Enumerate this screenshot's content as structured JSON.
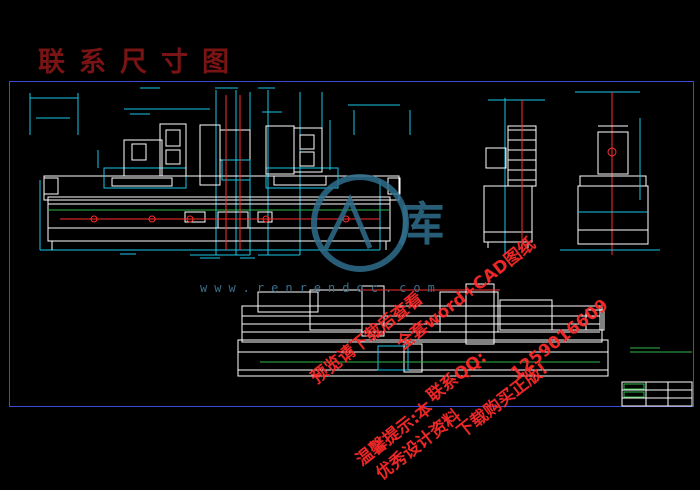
{
  "title": "联系尺寸图",
  "colors": {
    "background": "#000000",
    "title": "#7a1414",
    "frame": "#3a4bd6",
    "linework": "#ffffff",
    "cyan": "#19c6e6",
    "red": "#ff2b2b",
    "green": "#2fb84a",
    "yellow": "#e8e000"
  },
  "watermark": {
    "site": "www.renrendoc.com",
    "brand": "库",
    "lines": [
      "预览请下载后查看",
      "温馨提示:本",
      "优秀设计资料",
      "联系QQ:",
      "全套word+CAD图纸",
      "1259016609",
      "下载购买正版!"
    ]
  },
  "icons": [
    "logo-circle-icon"
  ]
}
